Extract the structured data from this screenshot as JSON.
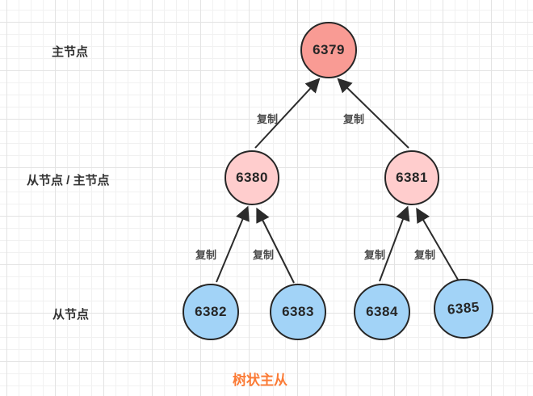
{
  "diagram": {
    "caption": "树状主从",
    "caption_color": "#fb7b36",
    "row_labels": [
      {
        "label": "主节点"
      },
      {
        "label": "从节点 / 主节点"
      },
      {
        "label": "从节点"
      }
    ],
    "nodes": [
      {
        "id": "6379",
        "label": "6379",
        "role": "master",
        "fill": "#f99b94"
      },
      {
        "id": "6380",
        "label": "6380",
        "role": "slave-master",
        "fill": "#ffcdcd"
      },
      {
        "id": "6381",
        "label": "6381",
        "role": "slave-master",
        "fill": "#ffcdcd"
      },
      {
        "id": "6382",
        "label": "6382",
        "role": "slave",
        "fill": "#a2d3f7"
      },
      {
        "id": "6383",
        "label": "6383",
        "role": "slave",
        "fill": "#a2d3f7"
      },
      {
        "id": "6384",
        "label": "6384",
        "role": "slave",
        "fill": "#a2d3f7"
      },
      {
        "id": "6385",
        "label": "6385",
        "role": "slave",
        "fill": "#a2d3f7"
      }
    ],
    "edges": [
      {
        "from": "6380",
        "to": "6379",
        "label": "复制"
      },
      {
        "from": "6381",
        "to": "6379",
        "label": "复制"
      },
      {
        "from": "6382",
        "to": "6380",
        "label": "复制"
      },
      {
        "from": "6383",
        "to": "6380",
        "label": "复制"
      },
      {
        "from": "6384",
        "to": "6381",
        "label": "复制"
      },
      {
        "from": "6385",
        "to": "6381",
        "label": "复制"
      }
    ],
    "colors": {
      "edge_line": "#2b2b2b",
      "node_border": "#262626",
      "row_label_text": "#333333",
      "edge_label_text": "#4a4a4a",
      "grid_minor": "#f1f1f1",
      "grid_major": "#e3e3e3"
    }
  }
}
